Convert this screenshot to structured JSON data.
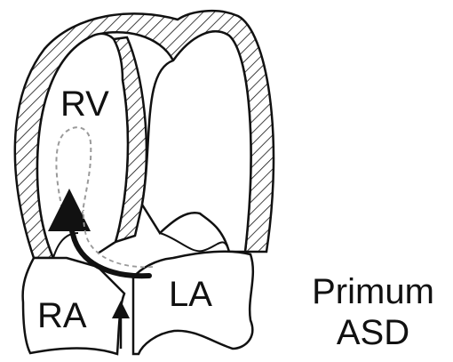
{
  "diagram": {
    "labels": {
      "rv": "RV",
      "ra": "RA",
      "la": "LA"
    },
    "caption": {
      "line1": "Primum",
      "line2": "ASD"
    },
    "colors": {
      "stroke": "#111111",
      "hatch": "#111111",
      "background": "#ffffff"
    },
    "icons": [
      "shunt-flow-arrow",
      "inflow-arrow"
    ]
  }
}
